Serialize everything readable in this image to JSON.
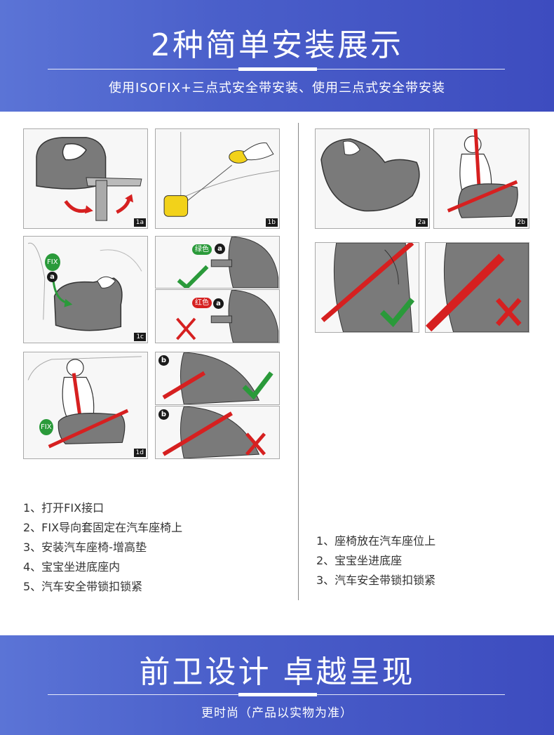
{
  "header": {
    "title": "2种简单安装展示",
    "subtitle": "使用ISOFIX+三点式安全带安装、使用三点式安全带安装"
  },
  "panels": {
    "p1a": {
      "tag": "1a"
    },
    "p1b": {
      "tag": "1b"
    },
    "p1c": {
      "tag": "1c",
      "badge": "FIX",
      "marker": "a"
    },
    "p_green": {
      "badge": "绿色",
      "marker": "a"
    },
    "p_red": {
      "badge": "红色",
      "marker": "a"
    },
    "p1d": {
      "tag": "1d",
      "badge": "FIX"
    },
    "p_b1": {
      "marker": "b"
    },
    "p_b2": {
      "marker": "b"
    },
    "p2a": {
      "tag": "2a"
    },
    "p2b": {
      "tag": "2b"
    }
  },
  "steps_left": [
    "1、打开FIX接口",
    "2、FIX导向套固定在汽车座椅上",
    "3、安装汽车座椅-增高垫",
    "4、宝宝坐进底座内",
    "5、汽车安全带锁扣锁紧"
  ],
  "steps_right": [
    "1、座椅放在汽车座位上",
    "2、宝宝坐进底座",
    "3、汽车安全带锁扣锁紧"
  ],
  "footer": {
    "title": "前卫设计 卓越呈现",
    "subtitle": "更时尚（产品以实物为准）"
  },
  "colors": {
    "banner": "#4a5fca",
    "check": "#2a9a3a",
    "cross": "#d62020",
    "belt": "#d62020",
    "seat": "#7a7a7a"
  }
}
